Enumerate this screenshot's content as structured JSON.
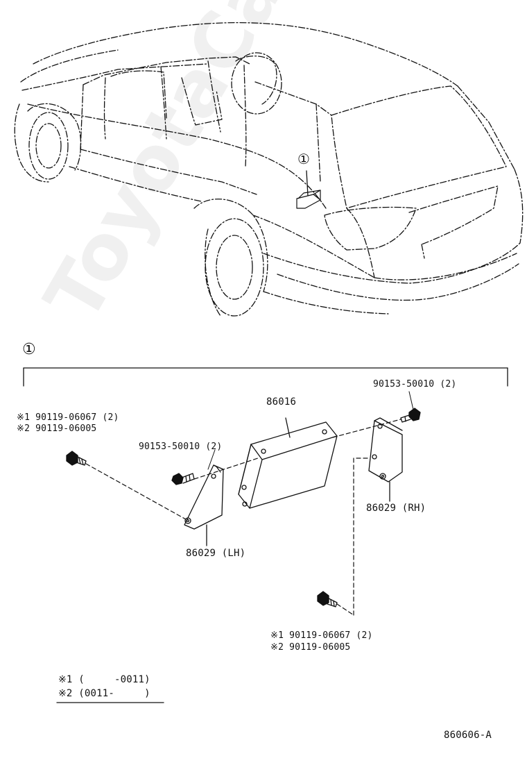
{
  "callout": "①",
  "parts": {
    "ecu": "86016",
    "bracket_lh": "86029 (LH)",
    "bracket_rh": "86029 (RH)",
    "bolt_top_right": "90153-50010 (2)",
    "bolt_mid_left": "90153-50010 (2)",
    "screw_left_1": "※1 90119-06067 (2)",
    "screw_left_2": "※2 90119-06005",
    "screw_bottom_1": "※1 90119-06067 (2)",
    "screw_bottom_2": "※2 90119-06005"
  },
  "legend": {
    "row1": "※1 (     -0011)",
    "row2": "※2 (0011-     )"
  },
  "drawing_code": "860606-A",
  "watermark": "ToyotaCarPart.ru"
}
